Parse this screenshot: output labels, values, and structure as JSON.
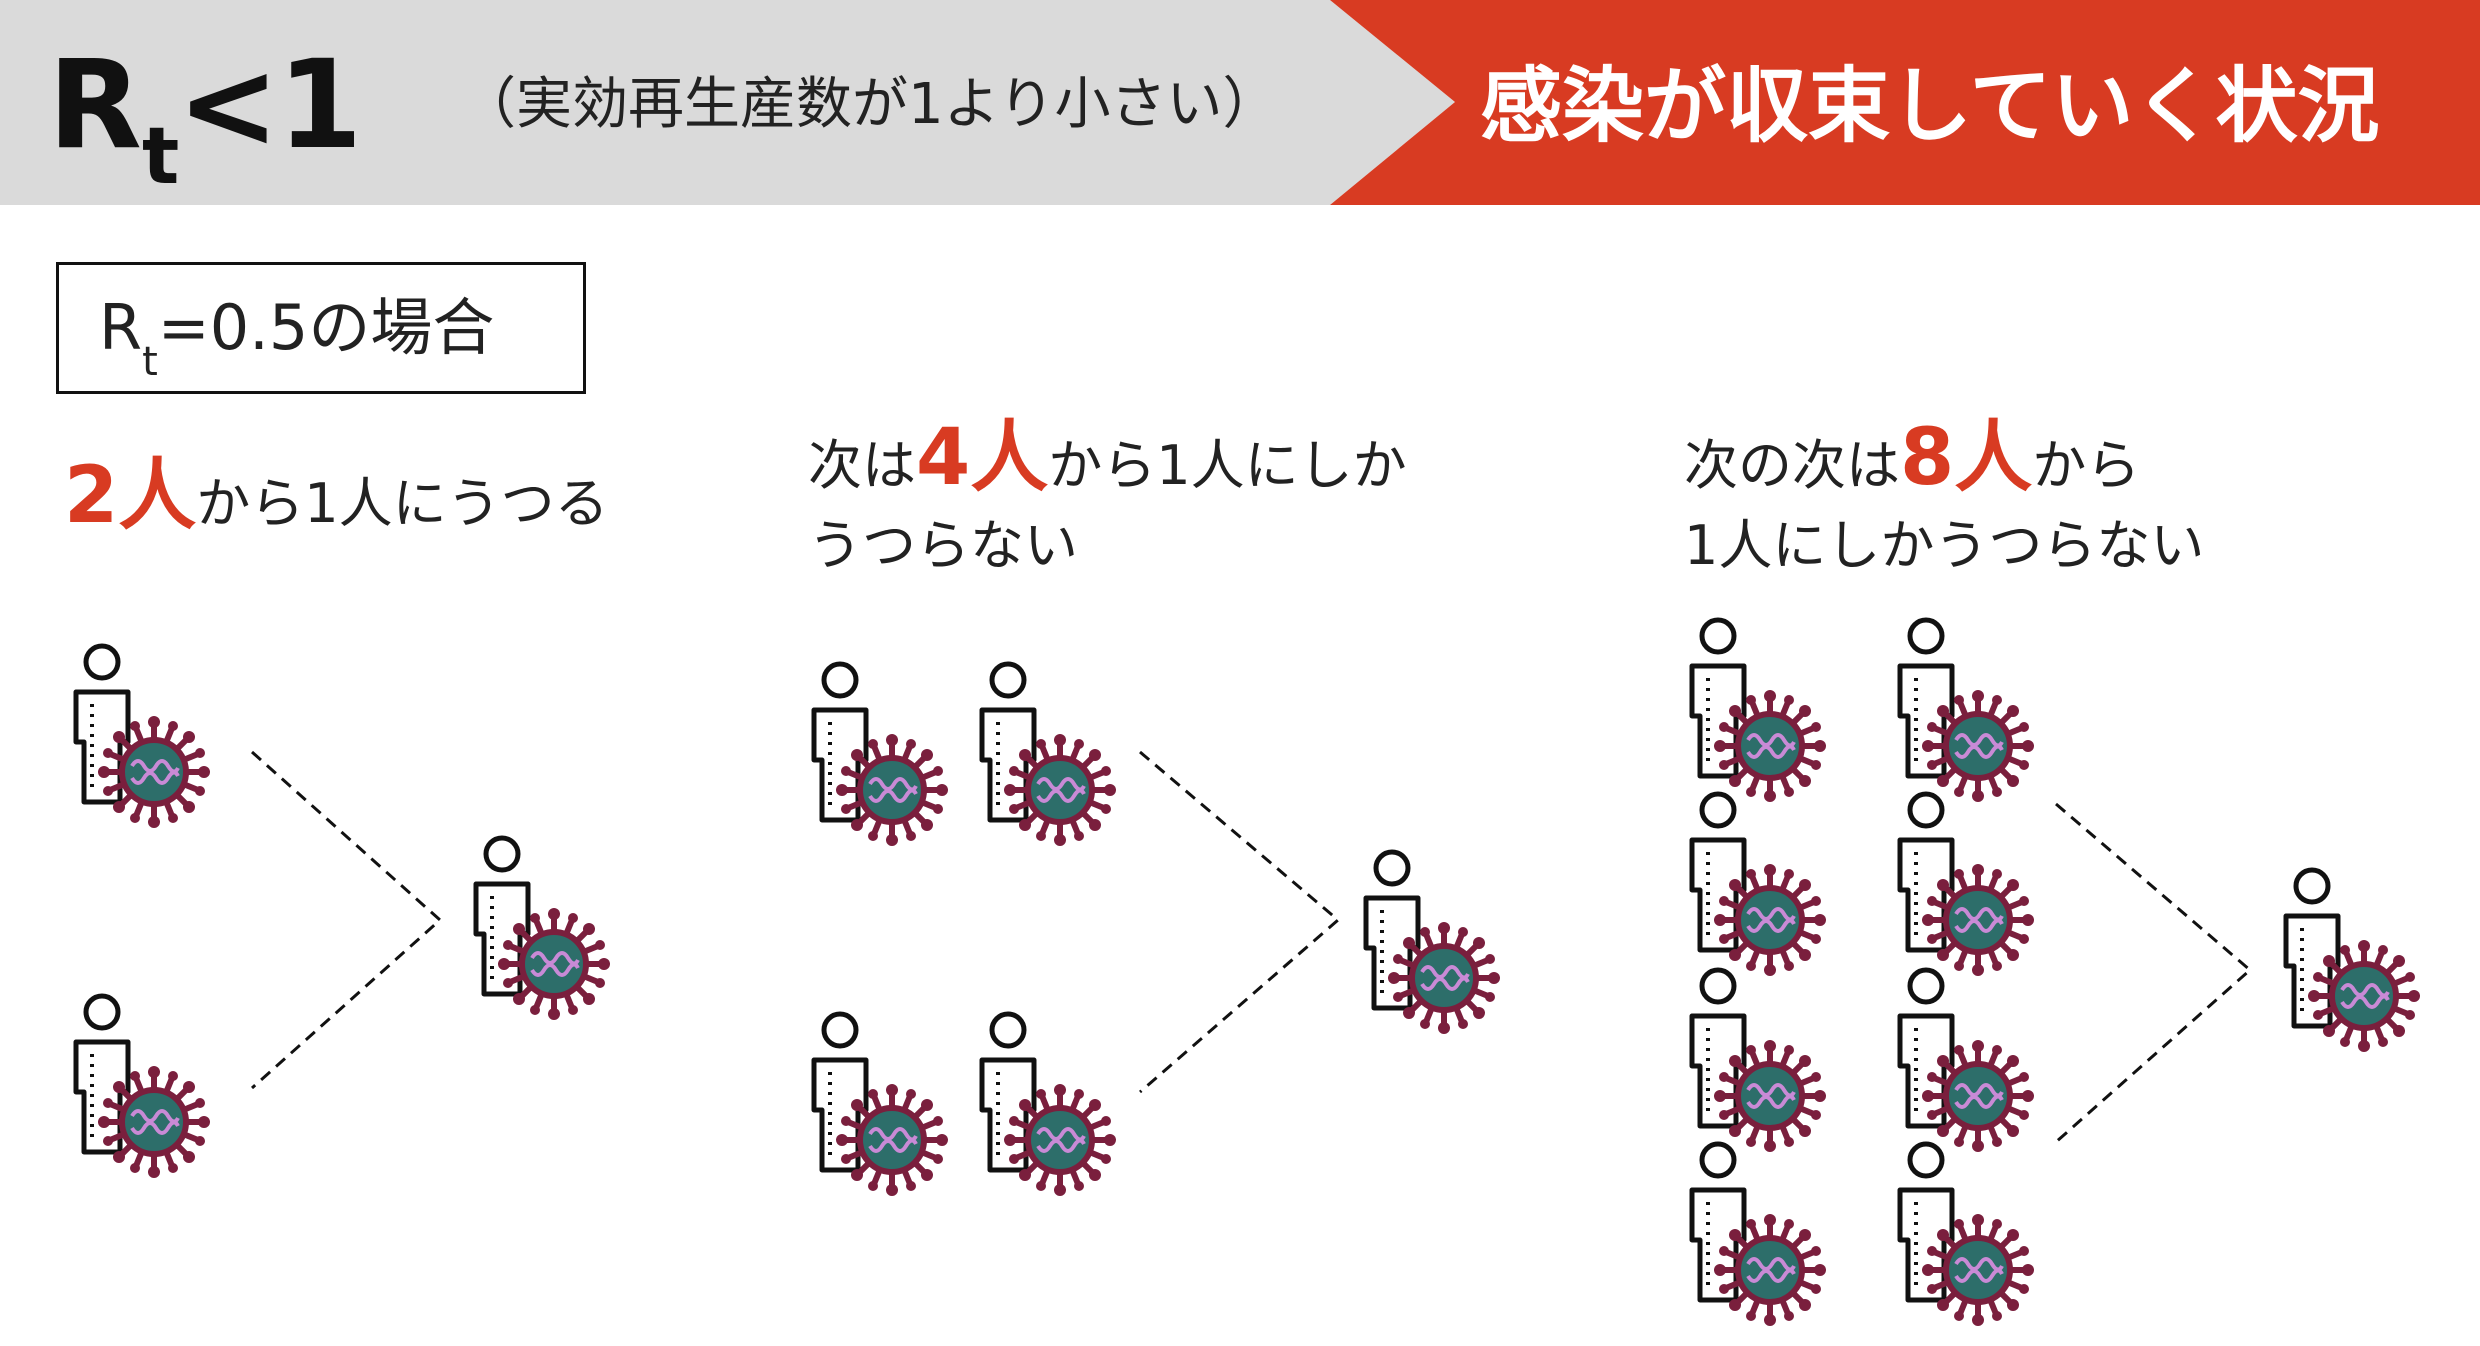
{
  "header": {
    "rt_symbol": "R",
    "rt_subscript": "t",
    "rt_rest": "<1",
    "subtitle": "（実効再生産数が1より小さい）",
    "conclusion": "感染が収束していく状況",
    "gray_color": "#dadada",
    "red_color": "#d83b22"
  },
  "case_box": {
    "symbol": "R",
    "subscript": "t",
    "text": "=0.5の場合"
  },
  "groups": [
    {
      "caption_lines": [
        {
          "highlight": "2人",
          "rest": "から1人にうつる"
        }
      ],
      "sources": 2,
      "targets": 1
    },
    {
      "caption_lines": [
        {
          "prefix": "次は",
          "highlight": "4人",
          "rest": "から1人にしか"
        },
        {
          "rest": "うつらない"
        }
      ],
      "sources": 4,
      "targets": 1
    },
    {
      "caption_lines": [
        {
          "prefix": "次の次は",
          "highlight": "8人",
          "rest": "から"
        },
        {
          "rest": "1人にしかうつらない"
        }
      ],
      "sources": 8,
      "targets": 1
    }
  ],
  "icons": {
    "person": "person-outline-icon",
    "virus": "coronavirus-icon",
    "virus_body_color": "#2d6e6a",
    "virus_spike_color": "#7a1f3d",
    "virus_rna_color": "#c98ad6"
  }
}
